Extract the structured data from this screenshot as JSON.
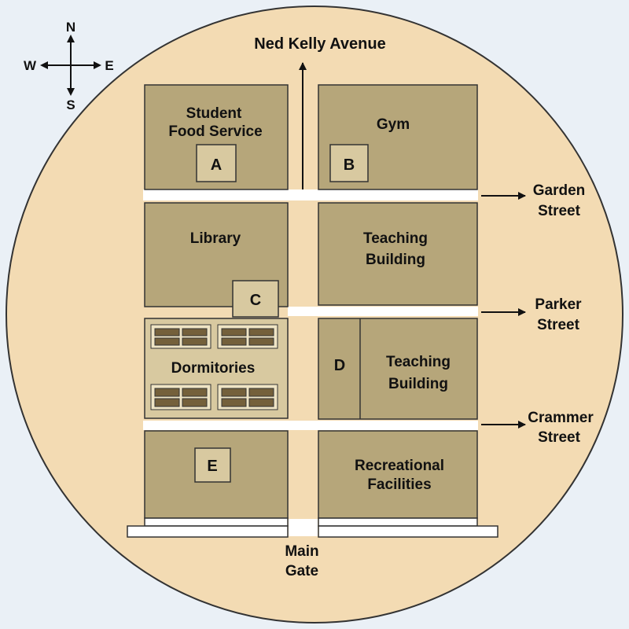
{
  "colors": {
    "background": "#eaf0f6",
    "campus": "#f3dbb3",
    "building": "#b6a67a",
    "building_light": "#d8c9a0",
    "border": "#333333",
    "road": "#ffffff",
    "text": "#111111"
  },
  "compass": {
    "north": "N",
    "south": "S",
    "east": "E",
    "west": "W"
  },
  "streets": {
    "avenue": "Ned Kelly Avenue",
    "garden_line1": "Garden",
    "garden_line2": "Street",
    "parker_line1": "Parker",
    "parker_line2": "Street",
    "crammer_line1": "Crammer",
    "crammer_line2": "Street"
  },
  "buildings": {
    "food_line1": "Student",
    "food_line2": "Food Service",
    "gym": "Gym",
    "library": "Library",
    "teaching1_line1": "Teaching",
    "teaching1_line2": "Building",
    "dormitories": "Dormitories",
    "teaching2_line1": "Teaching",
    "teaching2_line2": "Building",
    "recreation_line1": "Recreational",
    "recreation_line2": "Facilities"
  },
  "markers": {
    "a": "A",
    "b": "B",
    "c": "C",
    "d": "D",
    "e": "E"
  },
  "gate": {
    "line1": "Main",
    "line2": "Gate"
  }
}
